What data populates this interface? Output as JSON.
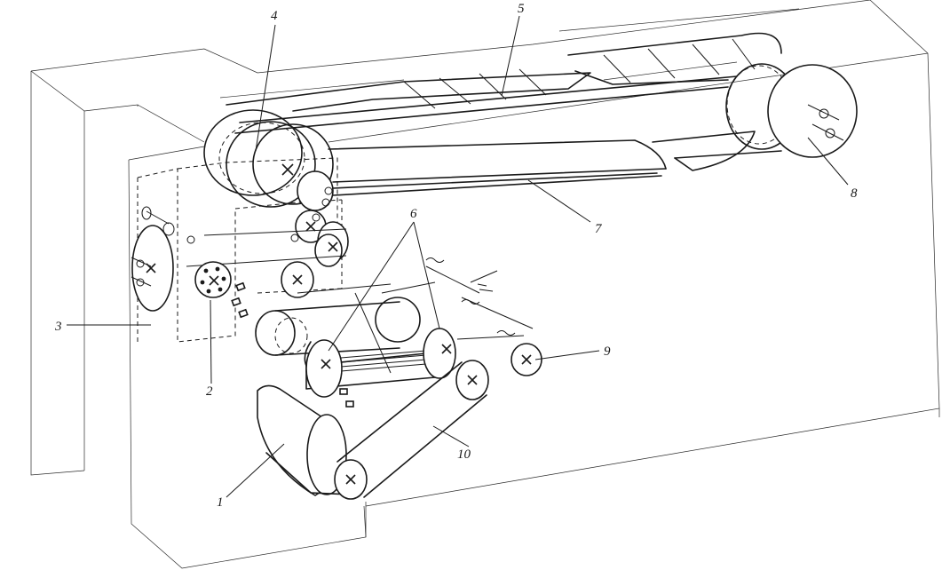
{
  "callouts": [
    {
      "id": "1",
      "text": "1"
    },
    {
      "id": "2",
      "text": "2"
    },
    {
      "id": "3",
      "text": "3"
    },
    {
      "id": "4",
      "text": "4"
    },
    {
      "id": "5",
      "text": "5"
    },
    {
      "id": "6",
      "text": "6"
    },
    {
      "id": "7",
      "text": "7"
    },
    {
      "id": "8",
      "text": "8"
    },
    {
      "id": "9",
      "text": "9"
    },
    {
      "id": "10",
      "text": "10"
    }
  ],
  "colors": {
    "line": "#1a1a1a",
    "background": "#ffffff"
  }
}
